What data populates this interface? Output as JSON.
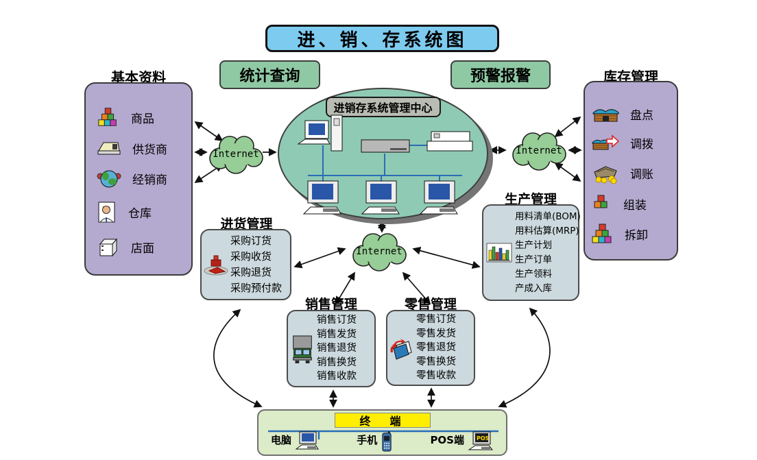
{
  "title": "进、销、存系统图",
  "query_button": "统计查询",
  "alert_button": "预警报警",
  "center_hub": {
    "label": "进销存系统管理中心"
  },
  "clouds": {
    "left": "Internet",
    "right": "Internet",
    "bottom": "Internet"
  },
  "panels": {
    "basic": {
      "title": "基本资料",
      "items": [
        {
          "icon": "goods-cubes-icon",
          "label": "商品"
        },
        {
          "icon": "supplier-tray-icon",
          "label": "供货商"
        },
        {
          "icon": "dealer-globe-icon",
          "label": "经销商"
        },
        {
          "icon": "warehouse-person-icon",
          "label": "仓库"
        },
        {
          "icon": "store-cabinet-icon",
          "label": "店面"
        }
      ]
    },
    "inventory": {
      "title": "库存管理",
      "items": [
        {
          "icon": "stocktake-warehouse-icon",
          "label": "盘点"
        },
        {
          "icon": "transfer-warehouse-icon",
          "label": "调拨"
        },
        {
          "icon": "adjust-money-icon",
          "label": "调账"
        },
        {
          "icon": "assemble-cubes-icon",
          "label": "组装"
        },
        {
          "icon": "disassemble-cubes-icon",
          "label": "拆卸"
        }
      ]
    },
    "purchase": {
      "title": "进货管理",
      "icon": "stamp-icon",
      "items": [
        "采购订货",
        "采购收货",
        "采购退货",
        "采购预付款"
      ]
    },
    "sales": {
      "title": "销售管理",
      "icon": "truck-icon",
      "items": [
        "销售订货",
        "销售发货",
        "销售退货",
        "销售换货",
        "销售收款"
      ]
    },
    "retail": {
      "title": "零售管理",
      "icon": "retail-folder-icon",
      "items": [
        "零售订货",
        "零售发货",
        "零售退货",
        "零售换货",
        "零售收款"
      ]
    },
    "production": {
      "title": "生产管理",
      "icon": "barchart-icon",
      "items": [
        "用料清单(BOM)",
        "用料估算(MRP)",
        "生产计划",
        "生产订单",
        "生产领料",
        "产成入库"
      ]
    },
    "terminal": {
      "title": "终　端",
      "items": [
        {
          "icon": "computer-icon",
          "label": "电脑"
        },
        {
          "icon": "phone-icon",
          "label": "手机"
        },
        {
          "icon": "pos-icon",
          "label": "POS端"
        }
      ]
    }
  },
  "colors": {
    "title_bg": "#7ecbf0",
    "panel_purple": "#b4aacf",
    "cloud_green": "#97cd96",
    "ellipse_green": "#8fcab4",
    "button_green": "#8fc9a4",
    "subpanel_blue": "#ccd9de",
    "terminal_green": "#dcebc8",
    "terminal_label_yellow": "#ffee00",
    "network_line_blue": "#2a6db5"
  }
}
